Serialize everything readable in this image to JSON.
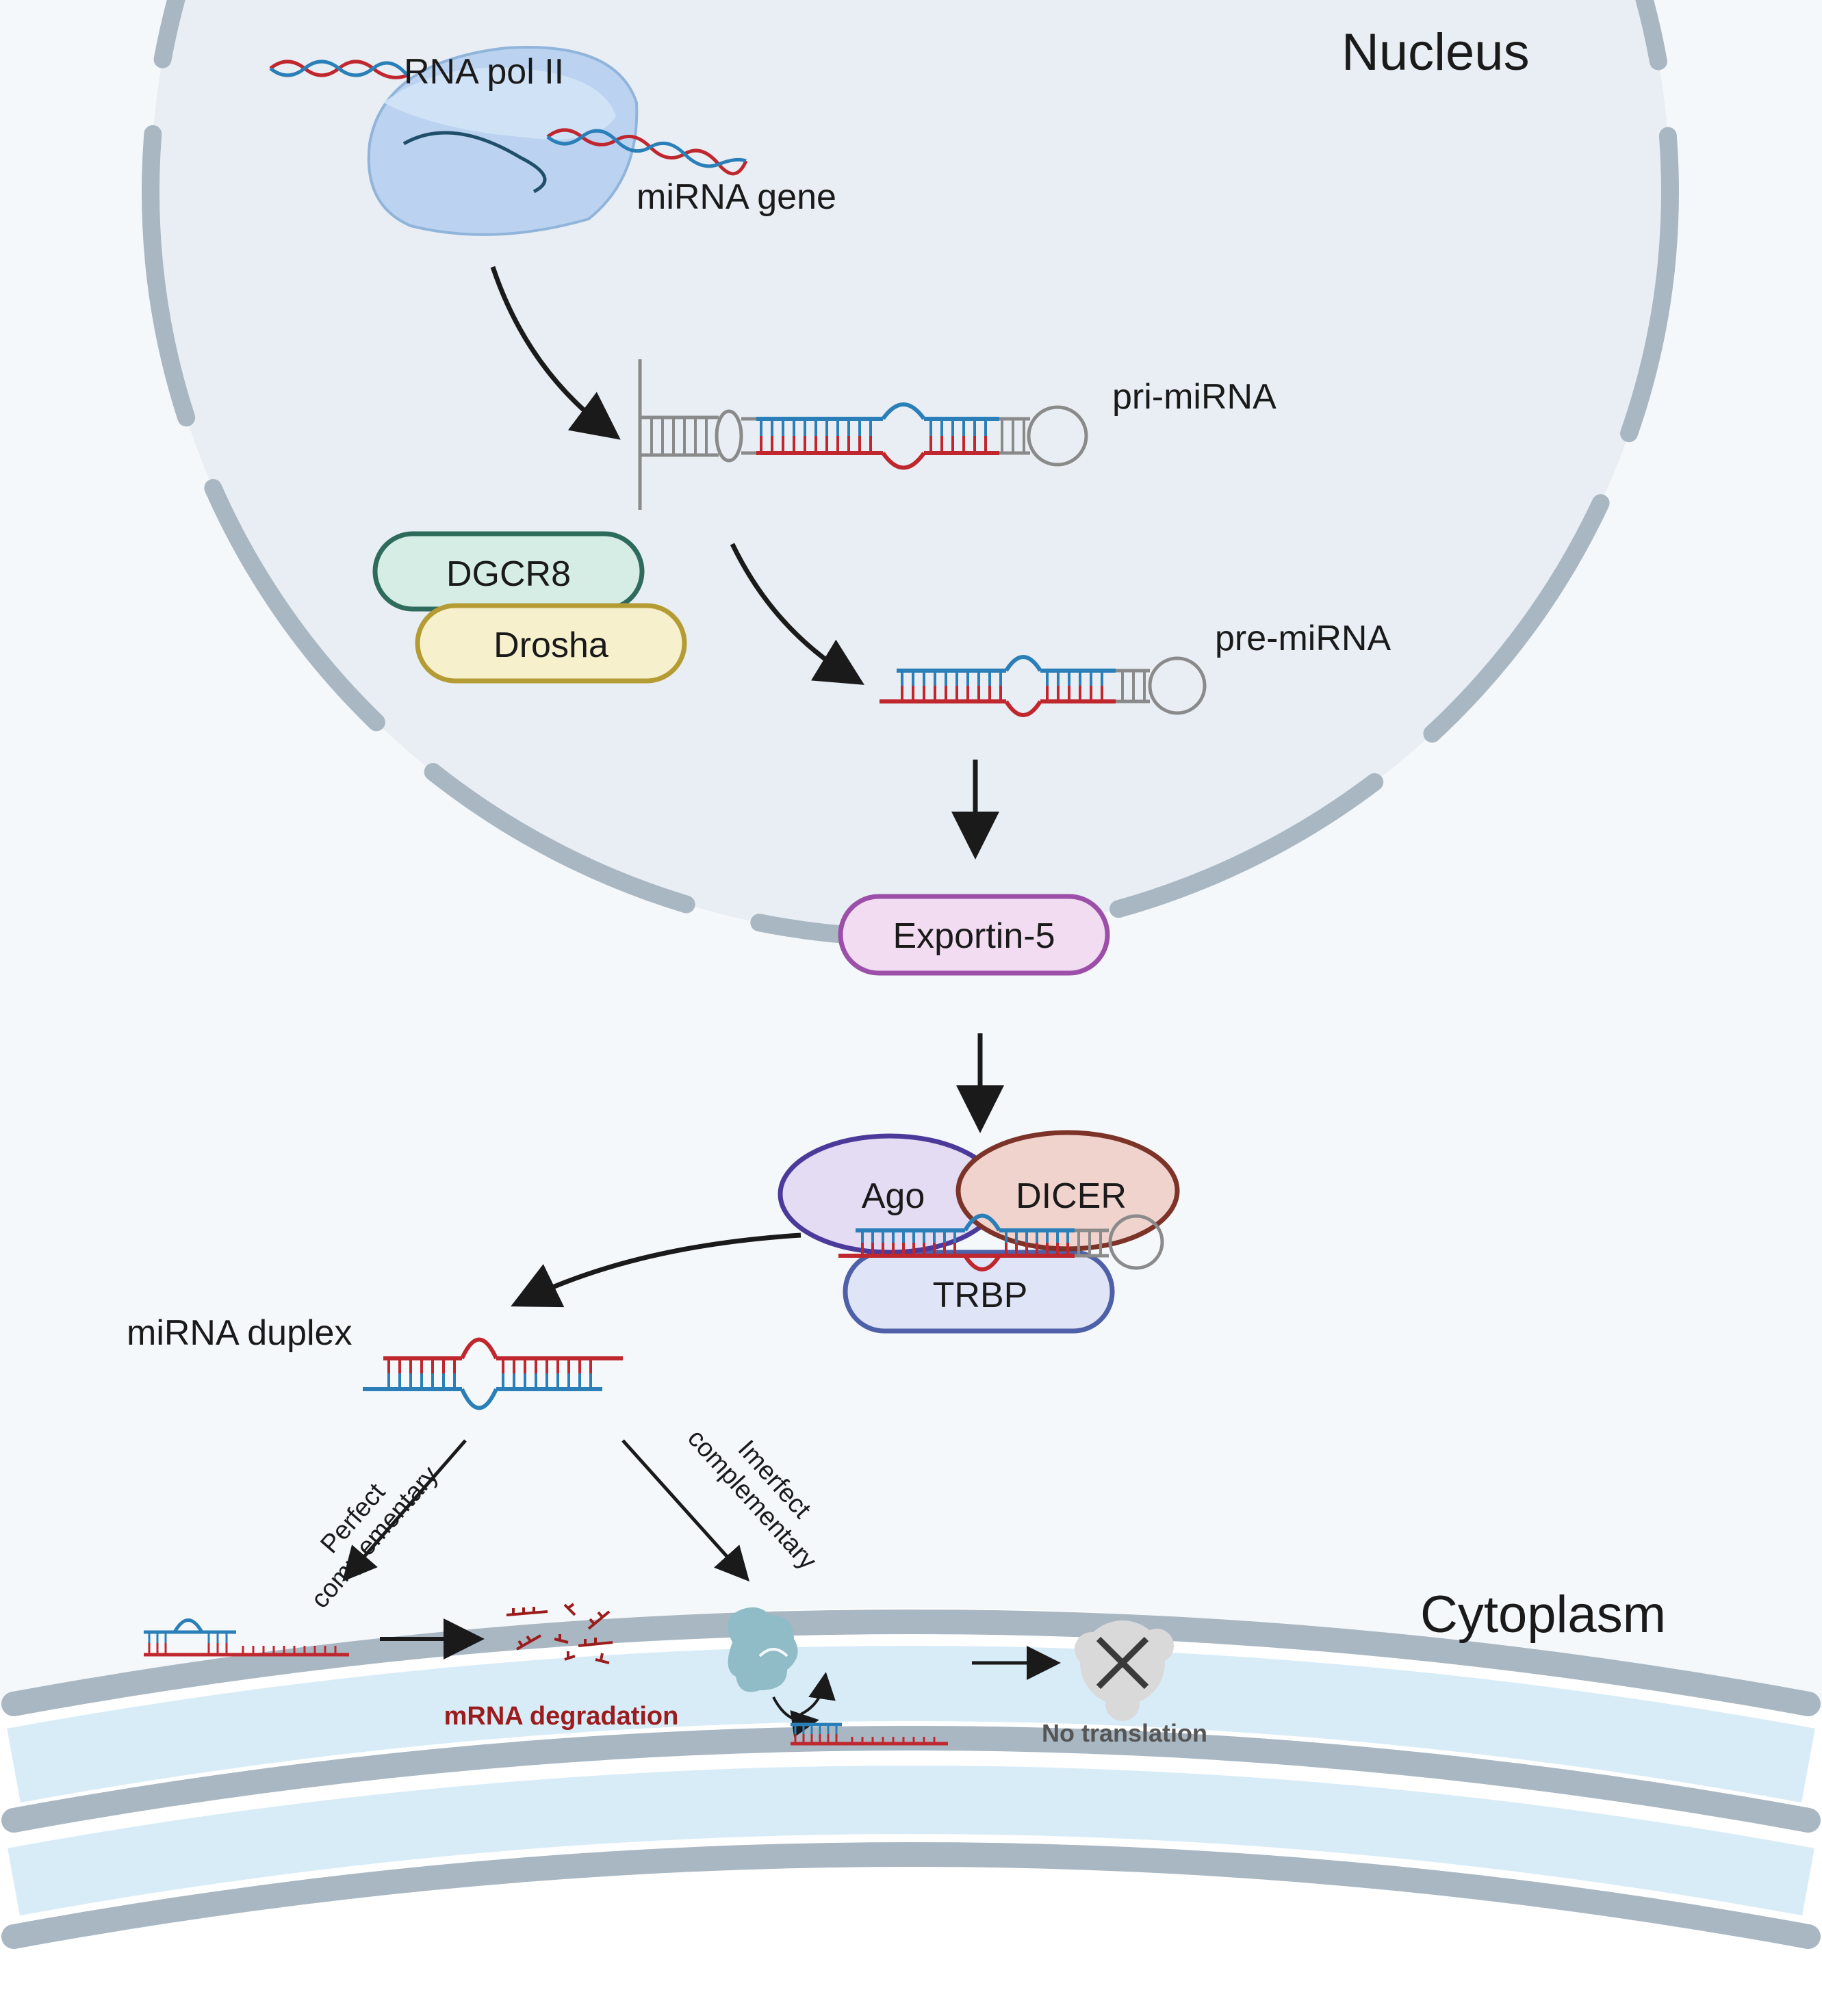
{
  "labels": {
    "nucleus": "Nucleus",
    "cytoplasm": "Cytoplasm",
    "rna_pol": "RNA pol II",
    "mirna_gene": "miRNA gene",
    "pri_mirna": "pri-miRNA",
    "pre_mirna": "pre-miRNA",
    "dgcr8": "DGCR8",
    "drosha": "Drosha",
    "exportin": "Exportin-5",
    "ago": "Ago",
    "dicer": "DICER",
    "trbp": "TRBP",
    "mirna_duplex": "miRNA duplex",
    "perfect_1": "Perfect",
    "perfect_2": "complementary",
    "imperfect_1": "Imerfect",
    "imperfect_2": "complementary",
    "mrna_degradation": "mRNA degradation",
    "no_translation": "No translation"
  },
  "colors": {
    "nucleus_fill": "#e8eef3",
    "cytoplasm_fill": "#f5f8fa",
    "membrane": "#a9b7c3",
    "membrane_inner": "#d8ecf8",
    "rna_blue": "#2a7fb8",
    "rna_red": "#c0262d",
    "loop_gray": "#8a8a8a",
    "dgcr8_fill": "#d6ede6",
    "dgcr8_stroke": "#2f6b5c",
    "drosha_fill": "#f7f0cc",
    "drosha_stroke": "#b59b33",
    "exportin_fill": "#f2dcf2",
    "exportin_stroke": "#9c4fa8",
    "ago_fill": "#e3dcf3",
    "ago_stroke": "#4b3a9a",
    "dicer_fill": "#f1d3cd",
    "dicer_stroke": "#7c3328",
    "trbp_fill": "#dfe4f6",
    "trbp_stroke": "#4e60a8",
    "polymerase_fill": "#b9d2f0",
    "ribosome_fill": "#8fbcc6",
    "degradation_text": "#9b1c1c"
  }
}
